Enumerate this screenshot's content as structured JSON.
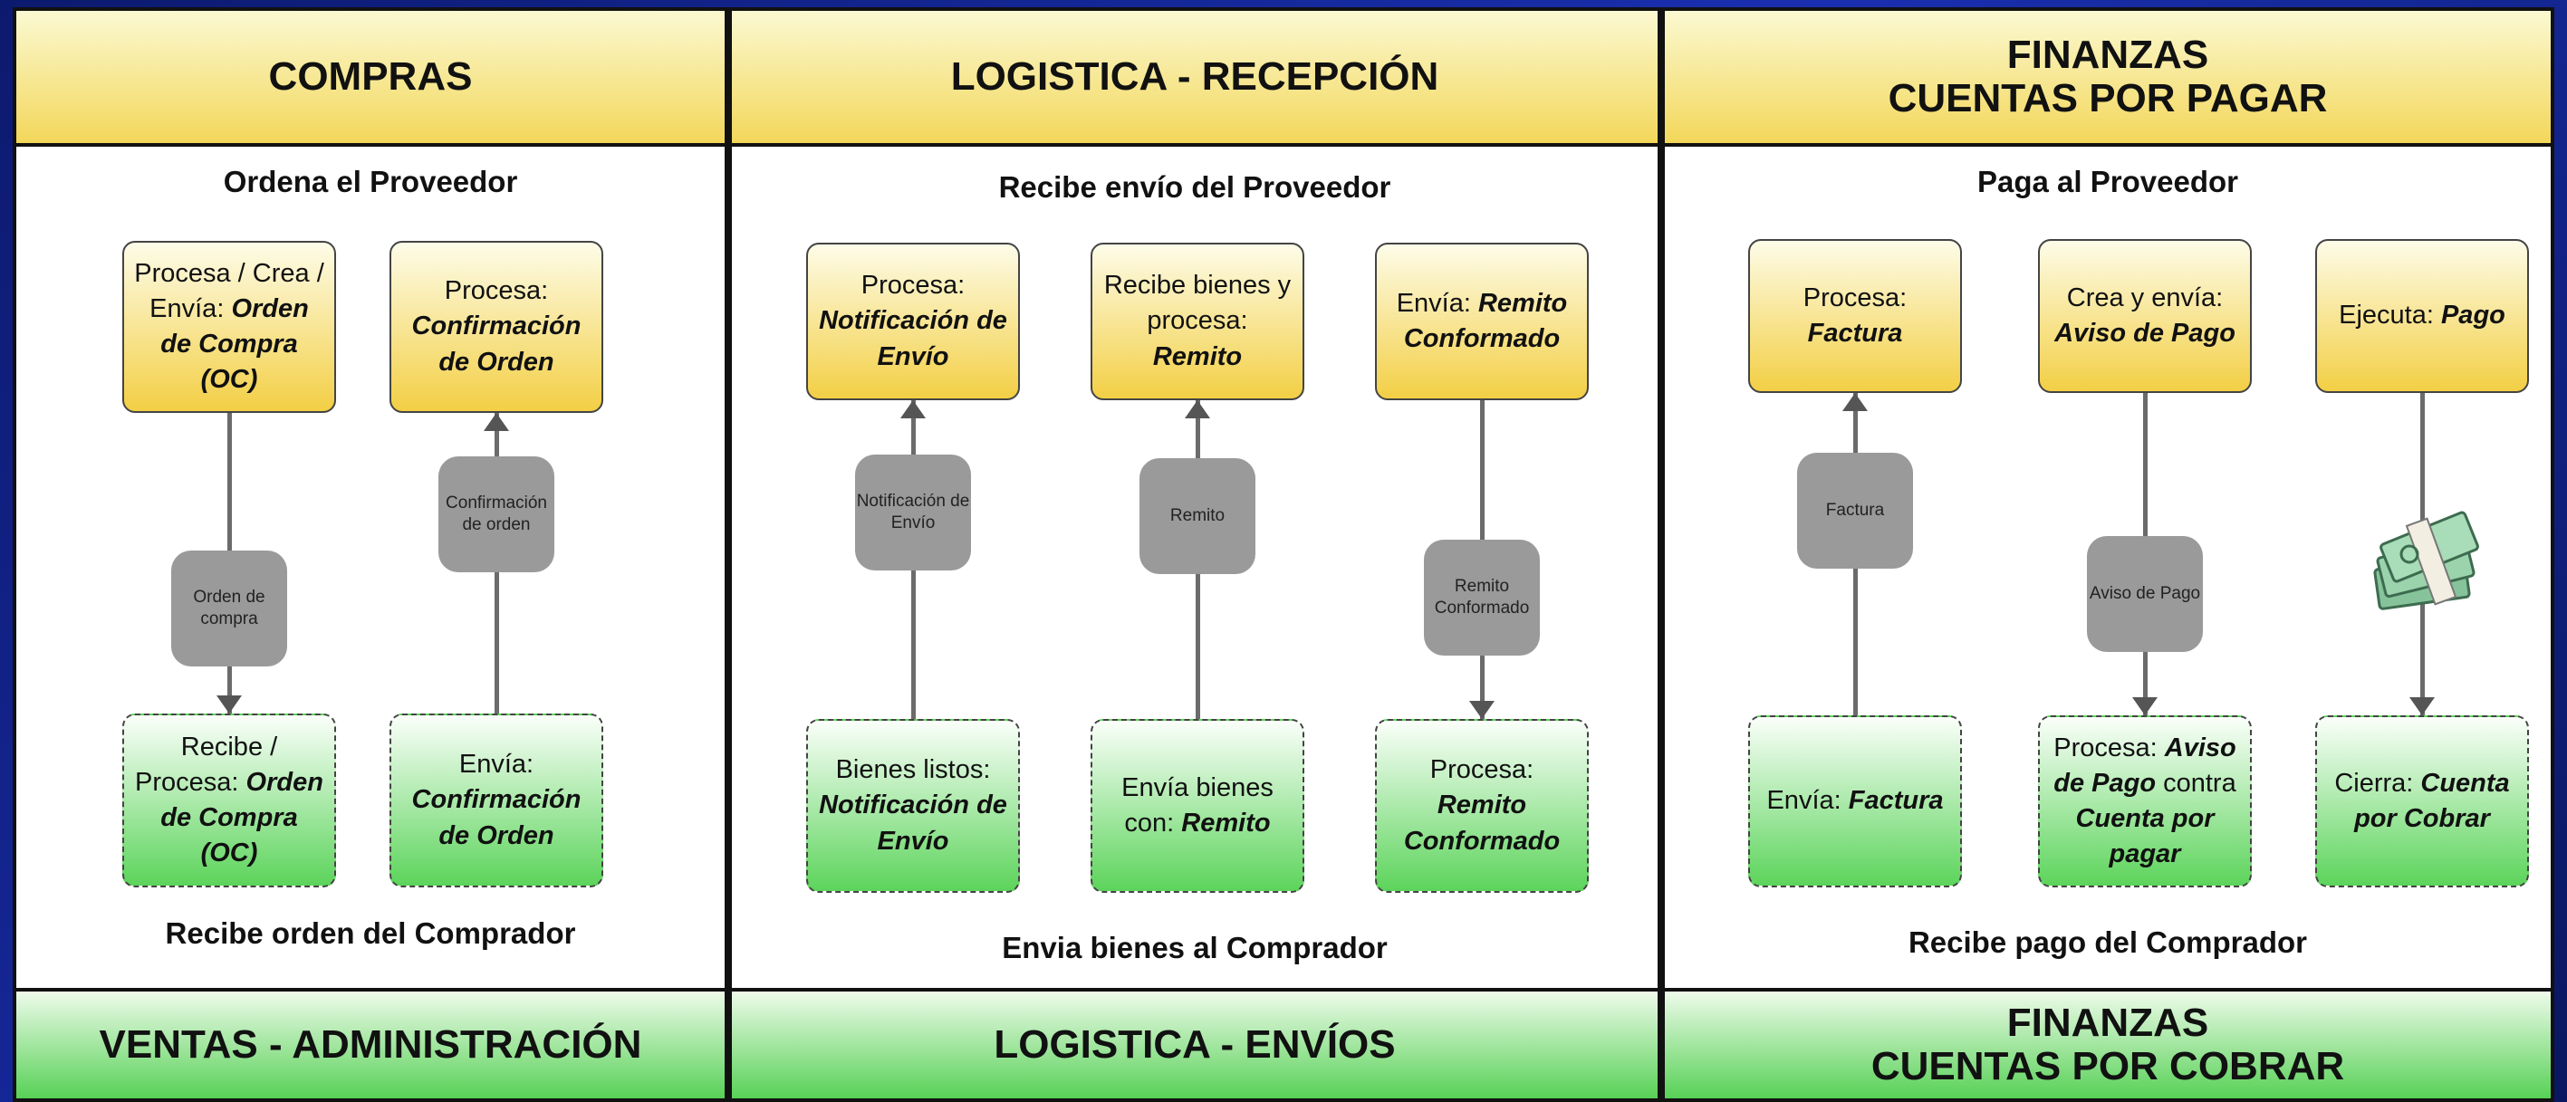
{
  "panels": [
    {
      "header_top": [
        "COMPRAS"
      ],
      "header_bottom": [
        "VENTAS - ADMINISTRACIÓN"
      ],
      "top_subtitle": "Ordena el Proveedor",
      "bottom_subtitle": "Recibe orden del Comprador",
      "flows": [
        {
          "top_box": {
            "text": "Procesa / Crea / Envía: ",
            "bold": "Orden de Compra (OC)"
          },
          "label": "Orden de compra",
          "bottom_box": {
            "text": "Recibe / Procesa: ",
            "bold": "Orden de Compra (OC)"
          },
          "direction": "down"
        },
        {
          "top_box": {
            "text": "Procesa: ",
            "bold": "Confirmación de Orden"
          },
          "label": "Confirmación de orden",
          "bottom_box": {
            "text": "Envía: ",
            "bold": "Confirmación de Orden"
          },
          "direction": "up"
        }
      ]
    },
    {
      "header_top": [
        "LOGISTICA - RECEPCIÓN"
      ],
      "header_bottom": [
        "LOGISTICA - ENVÍOS"
      ],
      "top_subtitle": "Recibe envío del Proveedor",
      "bottom_subtitle": "Envia bienes al Comprador",
      "flows": [
        {
          "top_box": {
            "text": "Procesa: ",
            "bold": "Notificación de Envío"
          },
          "label": "Notificación de Envío",
          "bottom_box": {
            "text": "Bienes listos: ",
            "bold": "Notificación de Envío"
          },
          "direction": "up"
        },
        {
          "top_box": {
            "text": "Recibe bienes y procesa: ",
            "bold": "Remito"
          },
          "label": "Remito",
          "bottom_box": {
            "text": "Envía bienes con: ",
            "bold": "Remito"
          },
          "direction": "up"
        },
        {
          "top_box": {
            "text": "Envía: ",
            "bold": "Remito Conformado"
          },
          "label": "Remito Conformado",
          "bottom_box": {
            "text": "Procesa: ",
            "bold": "Remito Conformado"
          },
          "direction": "down"
        }
      ]
    },
    {
      "header_top": [
        "FINANZAS",
        "CUENTAS POR PAGAR"
      ],
      "header_bottom": [
        "FINANZAS",
        "CUENTAS POR COBRAR"
      ],
      "top_subtitle": "Paga al Proveedor",
      "bottom_subtitle": "Recibe pago del Comprador",
      "flows": [
        {
          "top_box": {
            "text": "Procesa: ",
            "bold": "Factura"
          },
          "label": "Factura",
          "bottom_box": {
            "text": "Envía: ",
            "bold": "Factura"
          },
          "direction": "up"
        },
        {
          "top_box": {
            "text": "Crea y envía: ",
            "bold": "Aviso de Pago"
          },
          "label": "Aviso de Pago",
          "bottom_box": {
            "text": "Procesa: ",
            "bold": "Aviso de Pago",
            "text2": " contra ",
            "bold2": "Cuenta por pagar"
          },
          "direction": "down"
        },
        {
          "top_box": {
            "text": "Ejecuta: ",
            "bold": "Pago"
          },
          "label": "",
          "icon": "money-stack-icon",
          "bottom_box": {
            "text": "Cierra: ",
            "bold": "Cuenta por Cobrar"
          },
          "direction": "down"
        }
      ]
    }
  ],
  "colors": {
    "header_top": "#f3d75a",
    "header_bottom": "#57d156",
    "box_top": "#f3cf45",
    "box_bottom": "#5cd45b",
    "label": "#9a9a9a",
    "background": "#1a2fb0"
  }
}
